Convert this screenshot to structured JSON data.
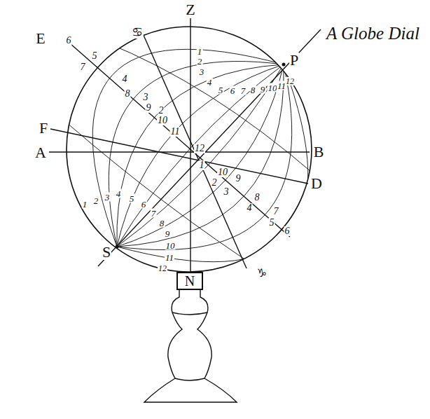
{
  "diagram": {
    "title": "A Globe Dial",
    "nodes": [
      {
        "text": [
          "N"
        ]
      }
    ],
    "labels": [
      "Z",
      "E",
      "6",
      "F",
      "A",
      "B",
      "D",
      "P",
      "S",
      "♋",
      "♑",
      "5",
      "4",
      "3",
      "2",
      "7",
      "8",
      "9",
      "10",
      "11",
      "12",
      "1",
      "10",
      "2",
      "9",
      "3",
      "8",
      "4",
      "7",
      "5",
      "6",
      "1",
      "2",
      "3",
      "4",
      "5",
      "6",
      "7",
      "8",
      "9",
      "10",
      "11",
      "12",
      "1",
      "2",
      "3",
      "4",
      "5",
      "6",
      "7",
      "8",
      "9",
      "10",
      "11",
      "12"
    ]
  }
}
